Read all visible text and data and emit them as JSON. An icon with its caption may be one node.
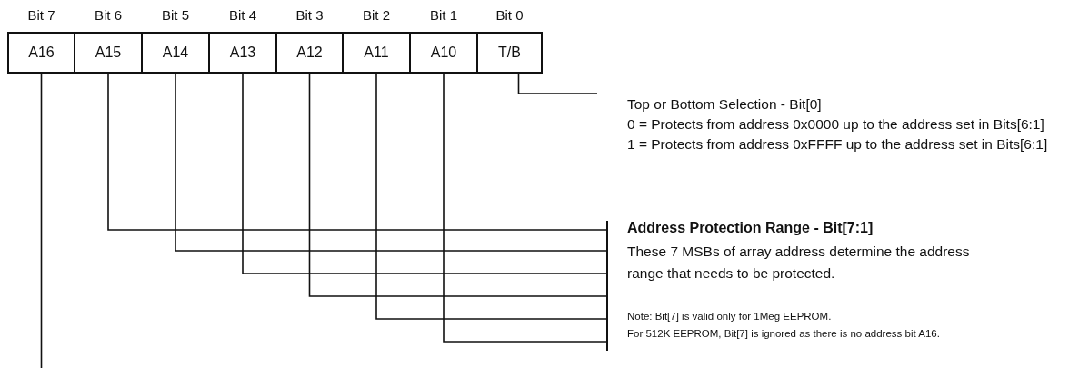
{
  "diagram": {
    "nodes": [
      {
        "text": [
          "A16"
        ],
        "beside": [
          "Bit 7"
        ]
      },
      {
        "text": [
          "A15"
        ],
        "beside": [
          "Bit 6"
        ]
      },
      {
        "text": [
          "A14"
        ],
        "beside": [
          "Bit 5"
        ]
      },
      {
        "text": [
          "A13"
        ],
        "beside": [
          "Bit 4"
        ]
      },
      {
        "text": [
          "A12"
        ],
        "beside": [
          "Bit 3"
        ]
      },
      {
        "text": [
          "A11"
        ],
        "beside": [
          "Bit 2"
        ]
      },
      {
        "text": [
          "A10"
        ],
        "beside": [
          "Bit 1"
        ]
      },
      {
        "text": [
          "T/B"
        ],
        "beside": [
          "Bit 0"
        ]
      },
      {
        "text": [
          "Top or Bottom Selection - Bit[0]",
          "0 = Protects from address 0x0000 up to the address set in Bits[6:1]",
          "1 = Protects from address 0xFFFF up to the address set in Bits[6:1]"
        ]
      },
      {
        "text": [],
        "shape": "bar"
      }
    ],
    "edges": [
      {
        "from": 7,
        "to": 8,
        "arrow": "none"
      },
      {
        "from": 6,
        "to": 9,
        "arrow": "none"
      },
      {
        "from": 5,
        "to": 9,
        "arrow": "none"
      },
      {
        "from": 4,
        "to": 9,
        "arrow": "none"
      },
      {
        "from": 3,
        "to": 9,
        "arrow": "none"
      },
      {
        "from": 2,
        "to": 9,
        "arrow": "none"
      },
      {
        "from": 1,
        "to": 9,
        "arrow": "none"
      },
      {
        "from": 0,
        "to": null,
        "arrow": "none"
      }
    ],
    "labels": [
      "Address Protection Range - Bit[7:1]",
      "These 7 MSBs of array address determine the address range that needs to be protected.",
      "Note: Bit[7] is valid only for 1Meg EEPROM.",
      "For 512K EEPROM, Bit[7] is ignored as there is no address bit A16."
    ]
  }
}
